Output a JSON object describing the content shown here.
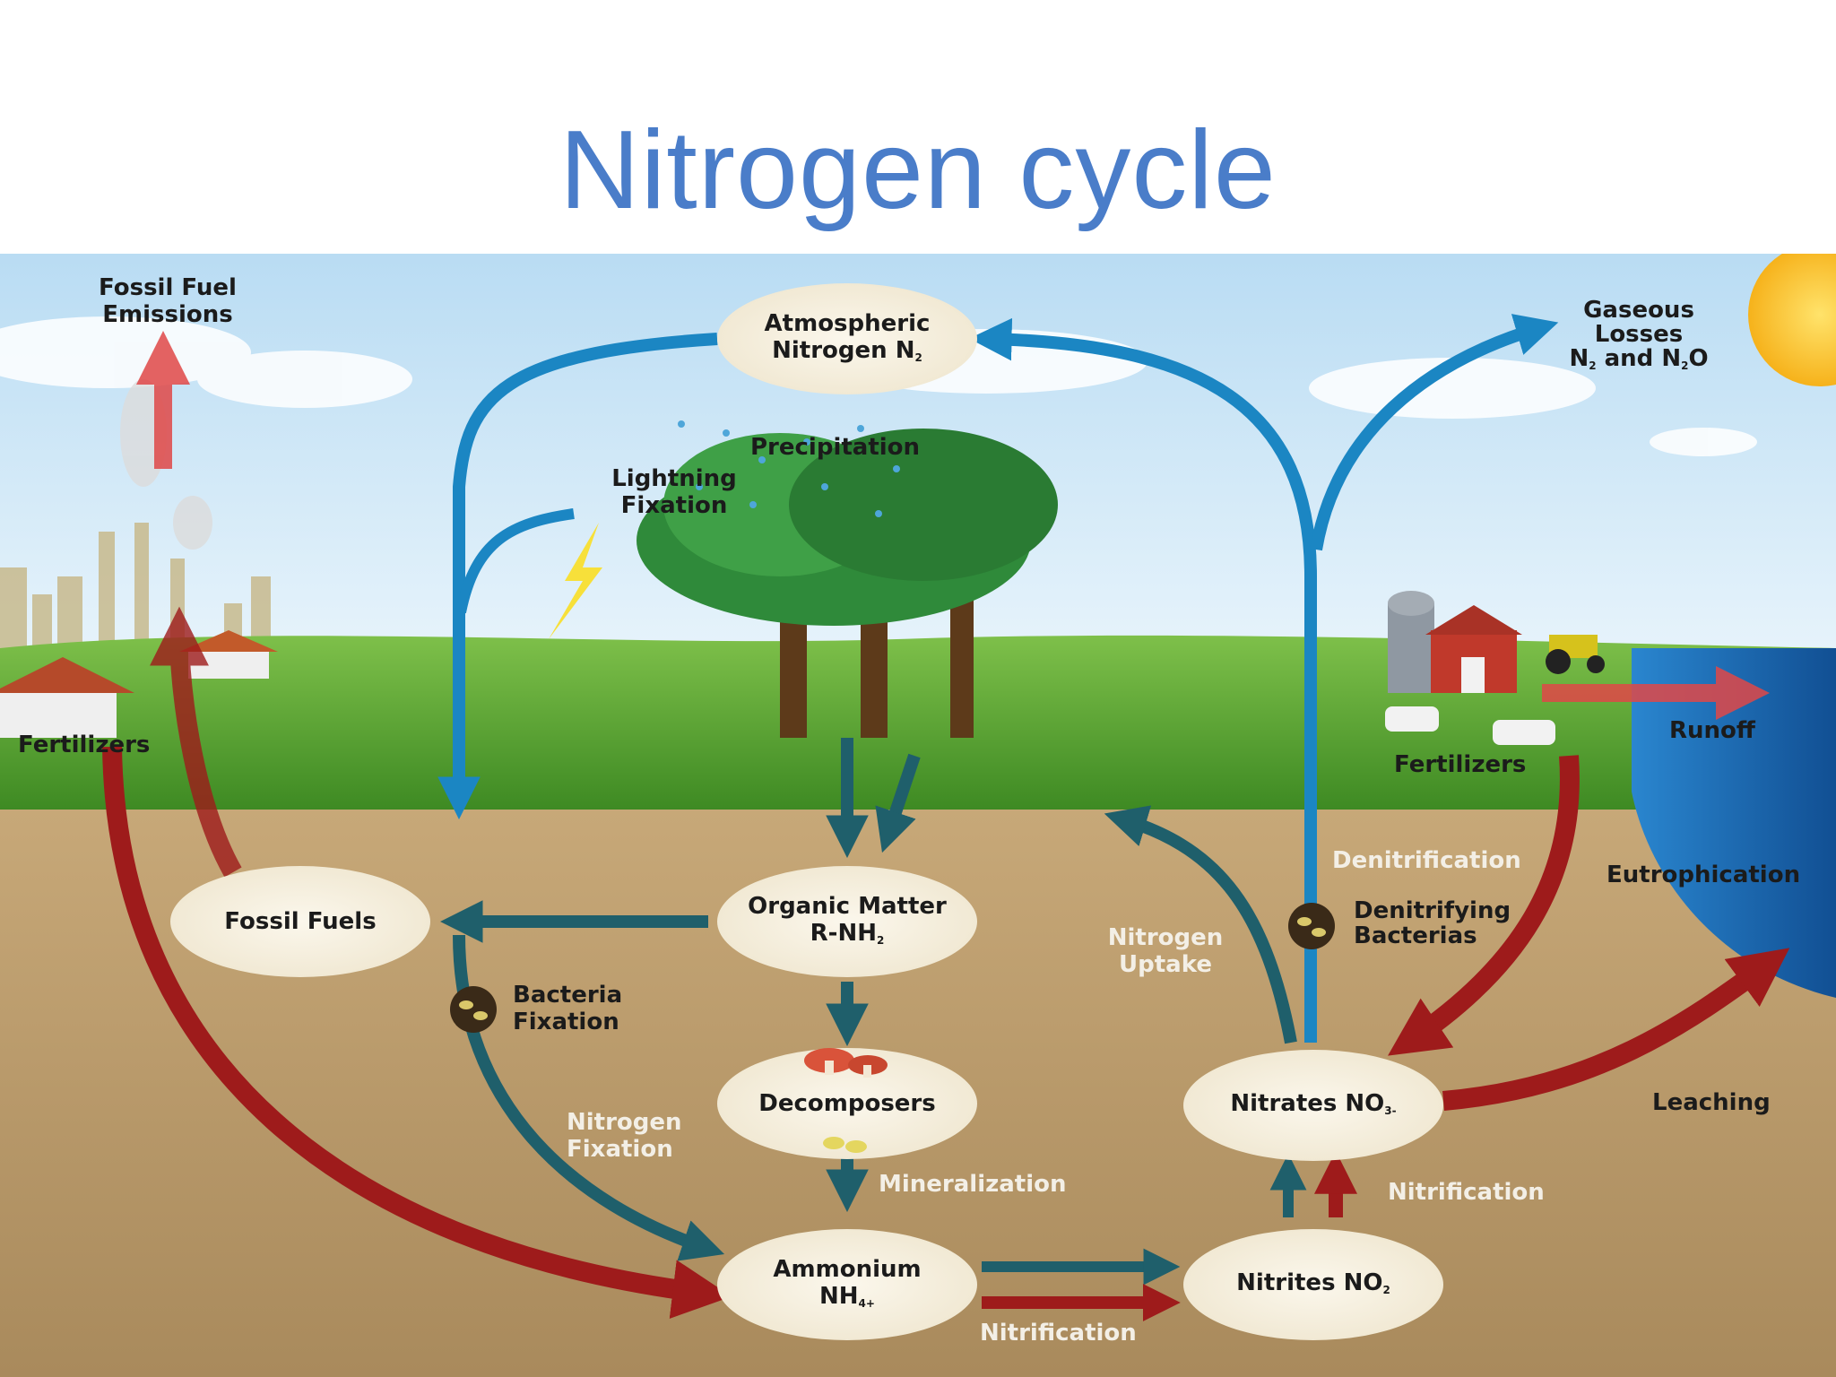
{
  "title": "Nitrogen cycle",
  "colors": {
    "title": "#4a7dc9",
    "sky": "#cfe6f6",
    "grass": "#5aa132",
    "soil": "#b89868",
    "blue_arrow": "#1b86c3",
    "teal_arrow": "#1f5f6b",
    "red_arrow": "#9e1b1b",
    "node_fill": "#f7f1e2",
    "water": "#1e6cb5"
  },
  "nodes": {
    "atmospheric": {
      "line1": "Atmospheric",
      "line2": "Nitrogen N",
      "sub": "2"
    },
    "fossil_fuels": {
      "line1": "Fossil Fuels"
    },
    "organic": {
      "line1": "Organic Matter",
      "line2": "R-NH",
      "sub": "2"
    },
    "decomposers": {
      "line1": "Decomposers"
    },
    "ammonium": {
      "line1": "Ammonium",
      "line2": "NH",
      "sub": "4+"
    },
    "nitrites": {
      "line1": "Nitrites NO",
      "sub": "2"
    },
    "nitrates": {
      "line1": "Nitrates NO",
      "sub": "3-"
    }
  },
  "labels": {
    "fossil_fuel_emissions": [
      "Fossil Fuel",
      "Emissions"
    ],
    "gaseous_losses": [
      "Gaseous",
      "Losses",
      "N",
      "2",
      " and N",
      "2",
      "O"
    ],
    "precipitation": "Precipitation",
    "lightning_fixation": [
      "Lightning",
      "Fixation"
    ],
    "fertilizers_left": "Fertilizers",
    "fertilizers_right": "Fertilizers",
    "runoff": "Runoff",
    "eutrophication": "Eutrophication",
    "denitrification": "Denitrification",
    "denitrifying_bacterias": [
      "Denitrifying",
      "Bacterias"
    ],
    "nitrogen_uptake": [
      "Nitrogen",
      "Uptake"
    ],
    "bacteria_fixation": [
      "Bacteria",
      "Fixation"
    ],
    "nitrogen_fixation": [
      "Nitrogen",
      "Fixation"
    ],
    "mineralization": "Mineralization",
    "nitrification_right": "Nitrification",
    "nitrification_bottom": "Nitrification",
    "leaching": "Leaching"
  }
}
